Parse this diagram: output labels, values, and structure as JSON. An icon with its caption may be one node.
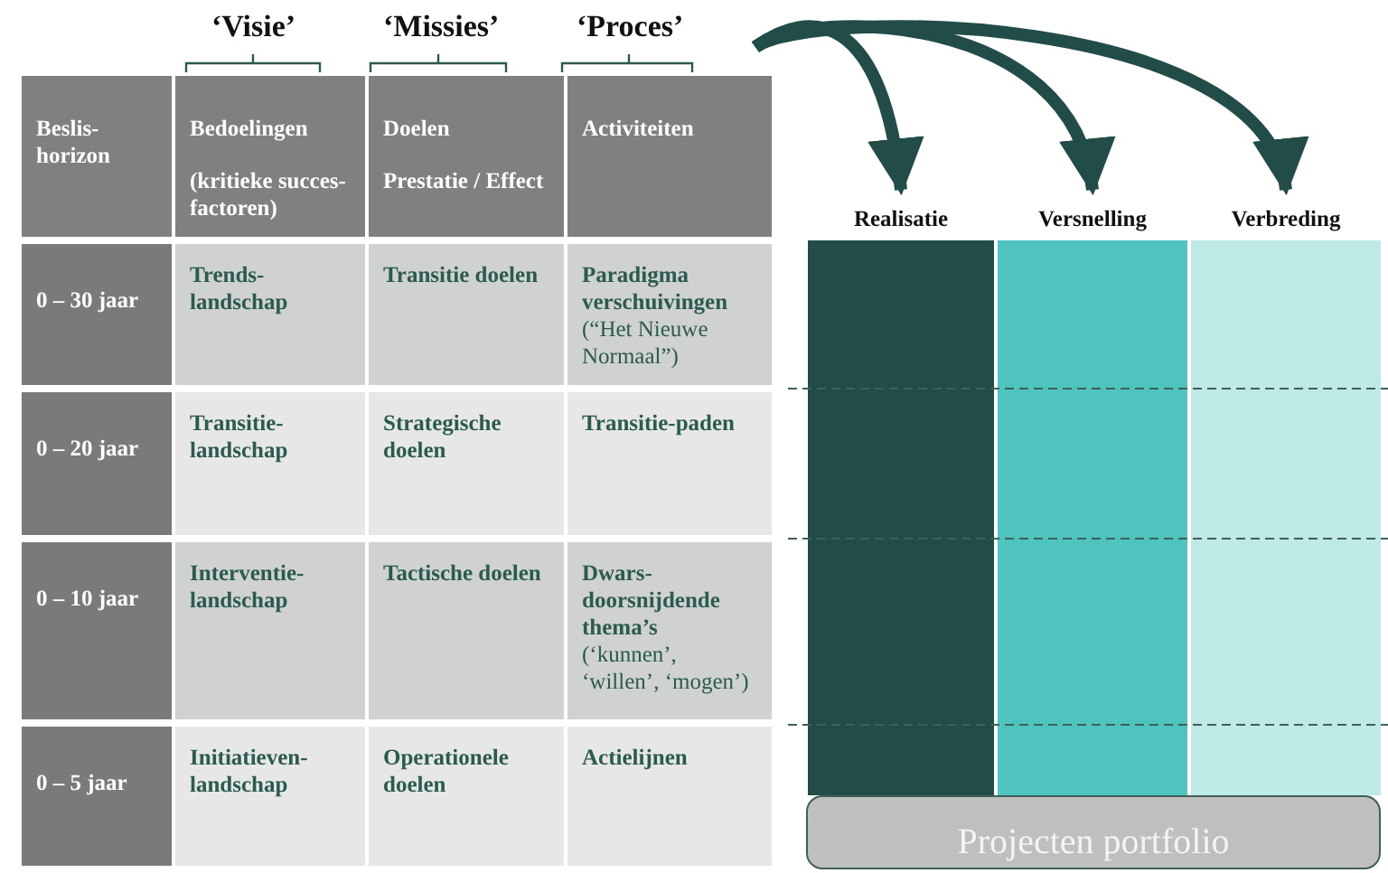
{
  "diagram": {
    "nodes": [
      {
        "text": [
          "‘Proces’"
        ]
      },
      {
        "text": [
          "Realisatie"
        ]
      },
      {
        "text": [
          "Versnelling"
        ]
      },
      {
        "text": [
          "Verbreding"
        ]
      },
      {
        "text": [
          "Projecten portfolio"
        ]
      }
    ],
    "edges": [
      {
        "from": 0,
        "to": 1,
        "arrow": "to"
      },
      {
        "from": 0,
        "to": 2,
        "arrow": "to"
      },
      {
        "from": 0,
        "to": 3,
        "arrow": "to"
      }
    ],
    "labels": [
      "‘Visie’",
      "‘Missies’",
      "Beslis-horizon",
      "Bedoelingen",
      "(kritieke succes-factoren)",
      "Doelen",
      "Prestatie / Effect",
      "Activiteiten",
      "0 – 30 jaar",
      "Trends-landschap",
      "Transitie doelen",
      "**Paradigma verschuivingen** (“Het Nieuwe Normaal”)",
      "0 – 20 jaar",
      "Transitie-landschap",
      "Strategische doelen",
      "Transitie-paden",
      "0 – 10 jaar",
      "Interventie-landschap",
      "Tactische doelen",
      "**Dwars-doorsnijdende thema’s** (‘kunnen’, ‘willen’, ‘mogen’)",
      "0 – 5 jaar",
      "Initiatieven-landschap",
      "Operationele doelen",
      "Actielijnen"
    ]
  }
}
